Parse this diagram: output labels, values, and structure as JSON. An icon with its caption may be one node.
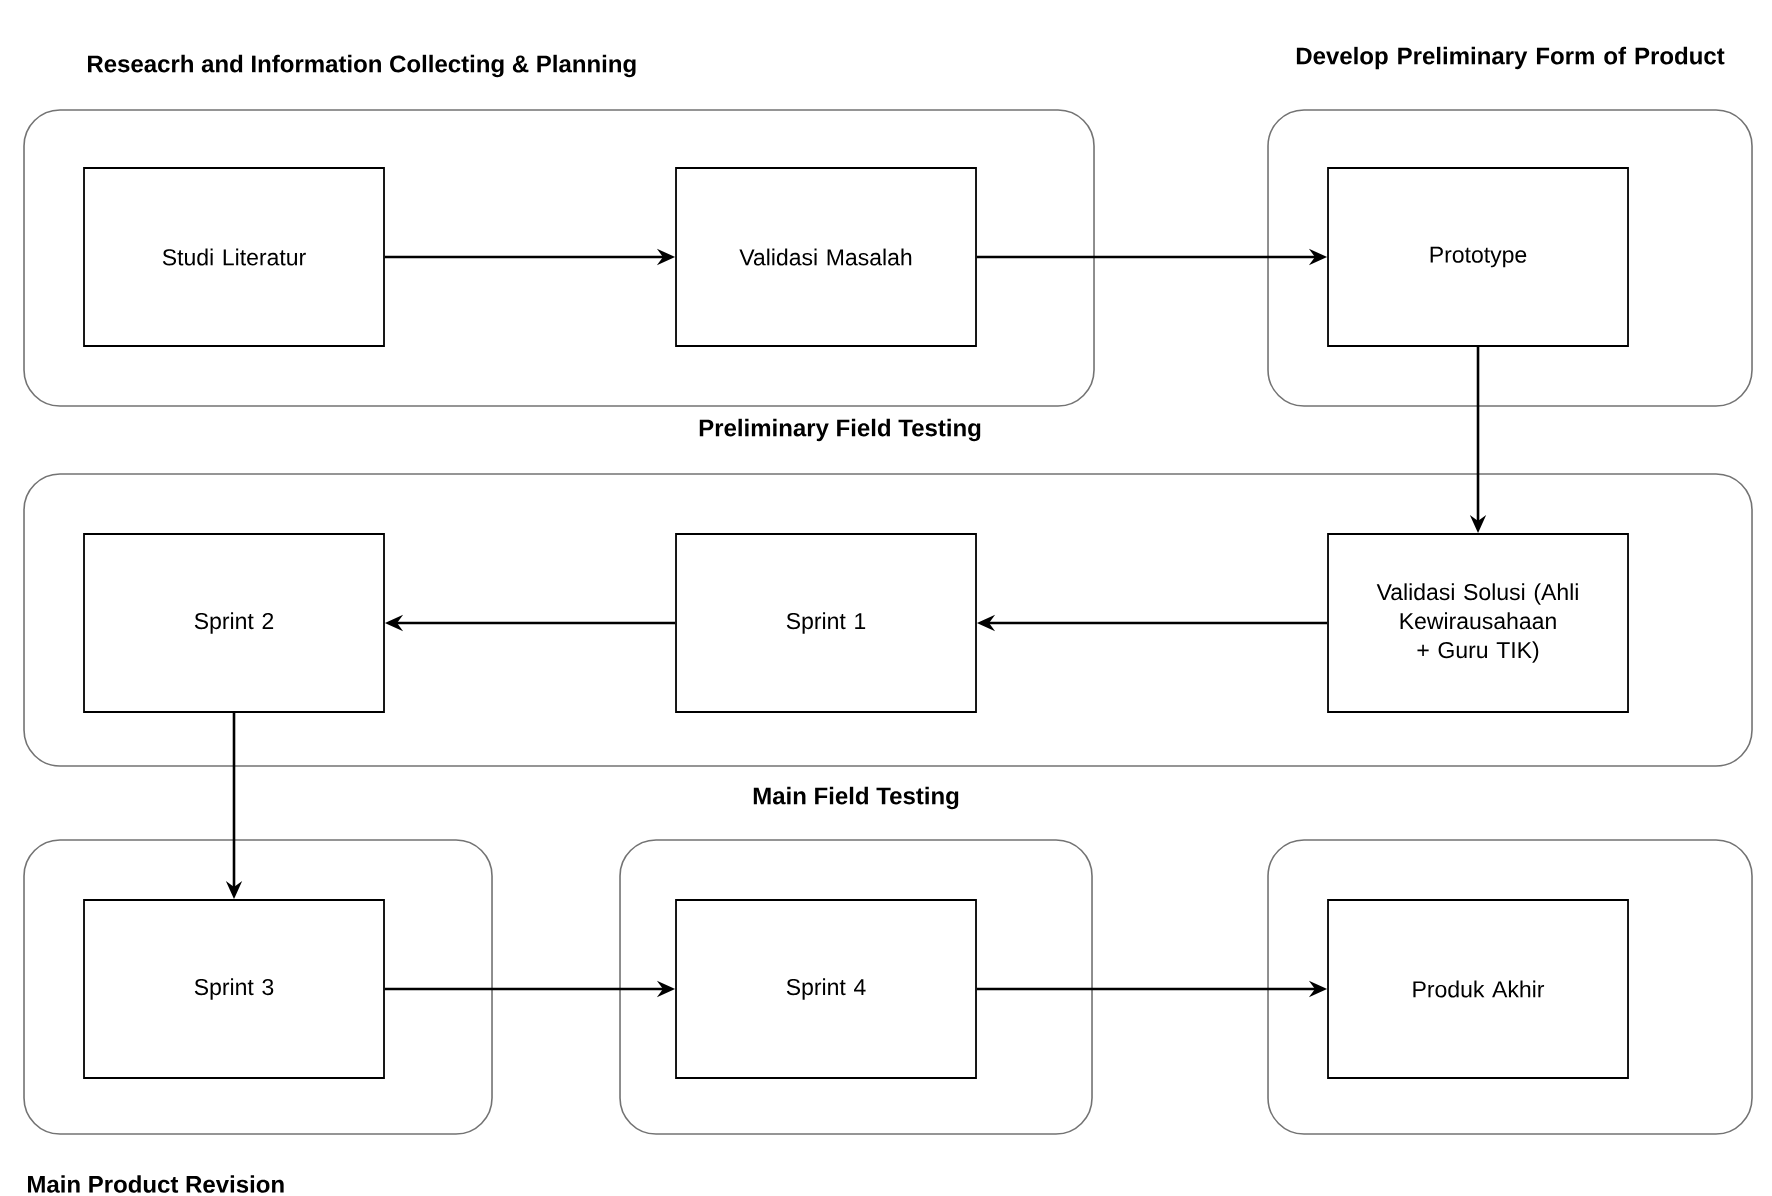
{
  "diagram": {
    "nodes": [
      {
        "text": [
          "Reseacrh and Information Collecting & Planning"
        ]
      },
      {
        "text": [
          "Studi Literatur"
        ],
        "in": 0
      },
      {
        "text": [
          "Validasi Masalah"
        ],
        "in": 0
      },
      {
        "text": [
          "Develop Preliminary Form of Product"
        ]
      },
      {
        "text": [
          "Prototype"
        ],
        "in": 3
      },
      {
        "text": [
          "Preliminary Field Testing"
        ]
      },
      {
        "text": [
          "Sprint 2"
        ],
        "in": 5
      },
      {
        "text": [
          "Sprint 1"
        ],
        "in": 5
      },
      {
        "text": [
          "Validasi Solusi (Ahli Kewirausahaan + Guru TIK)"
        ],
        "in": 5
      },
      {
        "text": [
          "Main Product Revision"
        ]
      },
      {
        "text": [
          "Sprint 3"
        ],
        "in": 9
      },
      {
        "text": [
          "Main Field Testing"
        ]
      },
      {
        "text": [
          "Sprint 4"
        ],
        "in": 11
      },
      {
        "text": [],
        "shape": "box"
      },
      {
        "text": [
          "Produk Akhir"
        ],
        "in": 13
      }
    ],
    "edges": [
      {
        "from": 1,
        "to": 2,
        "arrow": "to"
      },
      {
        "from": 2,
        "to": 4,
        "arrow": "to"
      },
      {
        "from": 4,
        "to": 8,
        "arrow": "to"
      },
      {
        "from": 8,
        "to": 7,
        "arrow": "to"
      },
      {
        "from": 7,
        "to": 6,
        "arrow": "to"
      },
      {
        "from": 6,
        "to": 10,
        "arrow": "to"
      },
      {
        "from": 10,
        "to": 12,
        "arrow": "to"
      },
      {
        "from": 12,
        "to": 14,
        "arrow": "to"
      }
    ]
  }
}
